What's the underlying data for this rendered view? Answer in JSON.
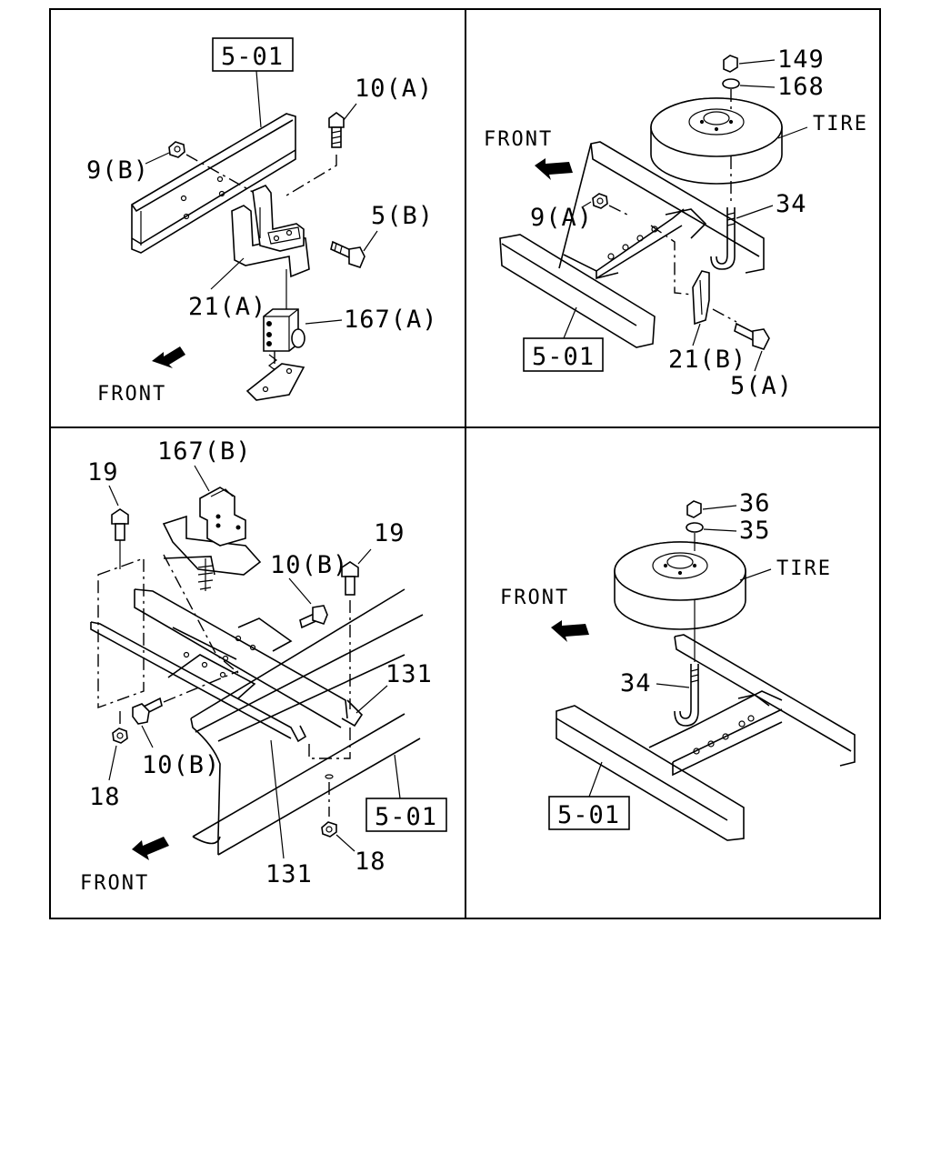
{
  "panels": {
    "top_left": {
      "ref_box": "5-01",
      "labels": {
        "p10a": "10(A)",
        "p9b": "9(B)",
        "p5b": "5(B)",
        "p21a": "21(A)",
        "p167a": "167(A)",
        "front": "FRONT"
      }
    },
    "top_right": {
      "ref_box": "5-01",
      "labels": {
        "p149": "149",
        "p168": "168",
        "tire": "TIRE",
        "front": "FRONT",
        "p34": "34",
        "p9a": "9(A)",
        "p21b": "21(B)",
        "p5a": "5(A)"
      }
    },
    "bottom_left": {
      "ref_box": "5-01",
      "labels": {
        "p167b": "167(B)",
        "p19_left": "19",
        "p19_right": "19",
        "p10b_top": "10(B)",
        "p131_right": "131",
        "p10b_bottom": "10(B)",
        "p18_left": "18",
        "p131_bottom": "131",
        "p18_right": "18",
        "front": "FRONT"
      }
    },
    "bottom_right": {
      "ref_box": "5-01",
      "labels": {
        "p36": "36",
        "p35": "35",
        "tire": "TIRE",
        "front": "FRONT",
        "p34": "34"
      }
    }
  }
}
